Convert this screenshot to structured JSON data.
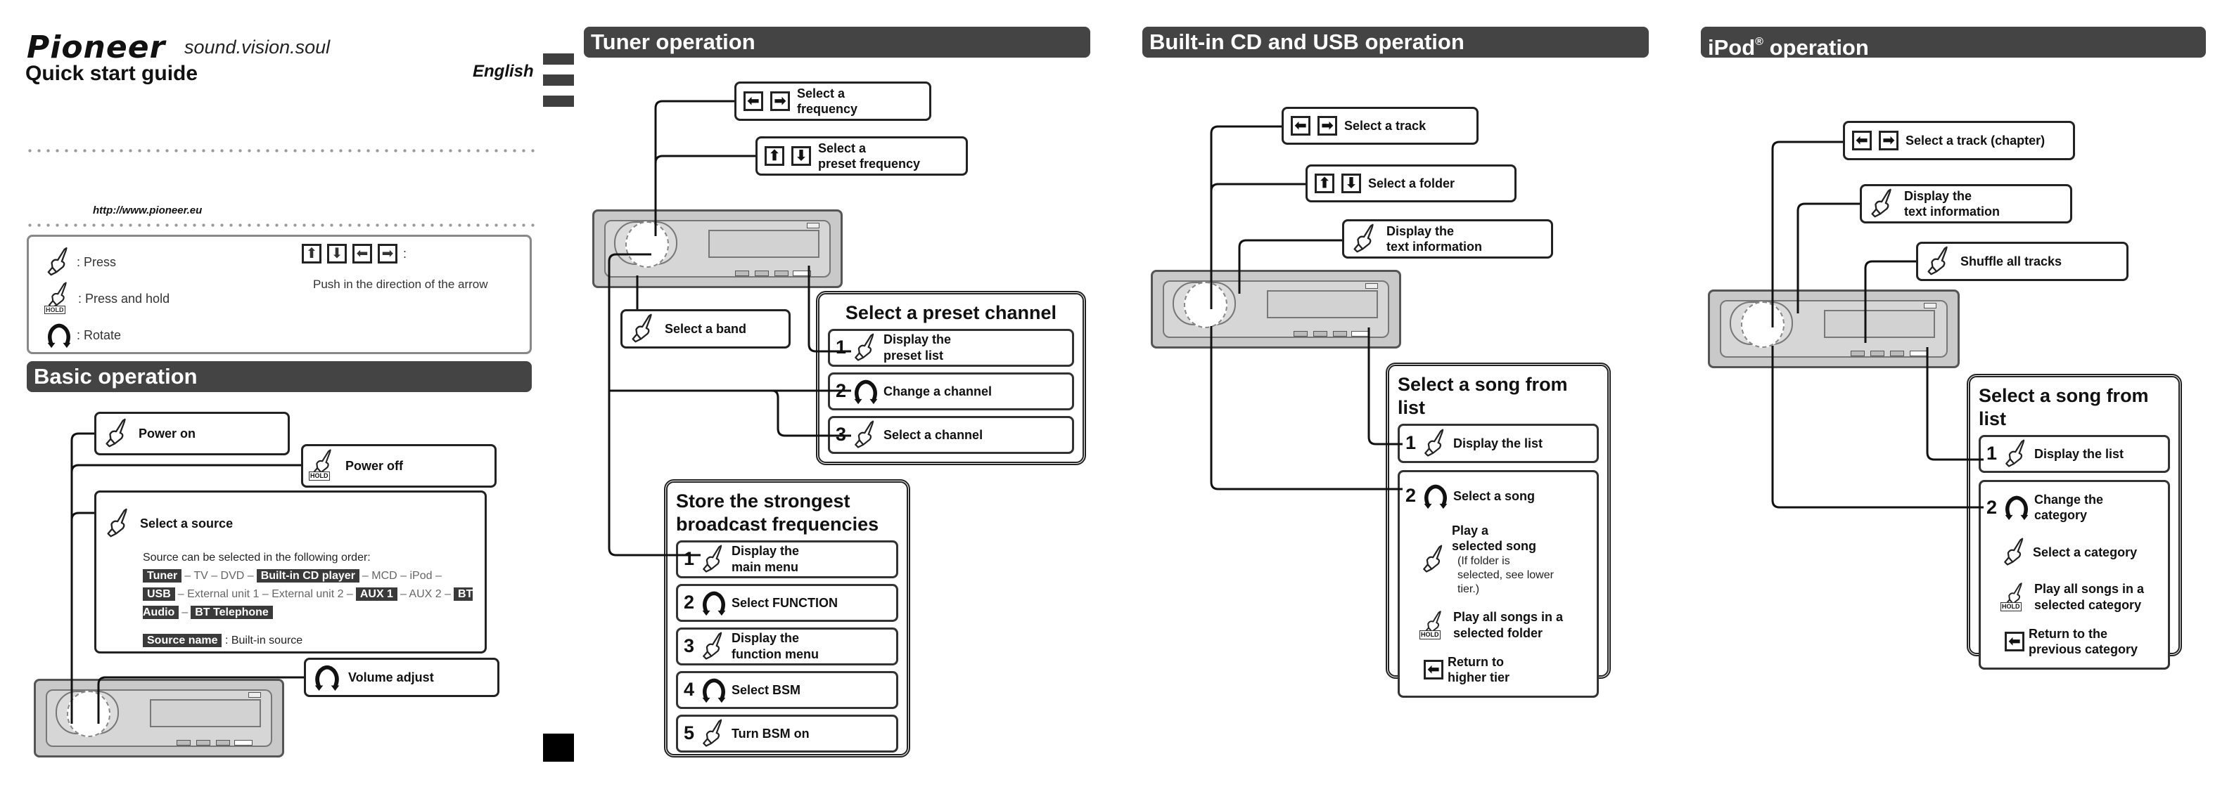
{
  "header": {
    "brand": "Pioneer",
    "tagline": "sound.vision.soul",
    "title": "Quick start guide",
    "language": "English",
    "url": "http://www.pioneer.eu"
  },
  "legend": {
    "press": ": Press",
    "press_hold": ": Press and hold",
    "rotate": ": Rotate",
    "arrows_colon": ":",
    "arrows_desc": "Push in the direction of the arrow",
    "hold_badge": "HOLD"
  },
  "basic": {
    "title": "Basic operation",
    "power_on": "Power on",
    "power_off": "Power off",
    "select_source": "Select a source",
    "source_intro": "Source can be selected in the following order:",
    "source_order": [
      {
        "text": "Tuner",
        "builtin": true
      },
      {
        "text": "– TV – DVD –",
        "builtin": false
      },
      {
        "text": "Built-in CD player",
        "builtin": true
      },
      {
        "text": "– MCD – iPod –",
        "builtin": false
      },
      {
        "text": "USB",
        "builtin": true
      },
      {
        "text": "– External unit 1 – External unit 2 –",
        "builtin": false
      },
      {
        "text": "AUX 1",
        "builtin": true
      },
      {
        "text": "– AUX 2 –",
        "builtin": false
      },
      {
        "text": "BT Audio",
        "builtin": true
      },
      {
        "text": "–",
        "builtin": false
      },
      {
        "text": "BT Telephone",
        "builtin": true
      }
    ],
    "source_name_chip": "Source name",
    "source_name_desc": ": Built-in source",
    "volume": "Volume adjust"
  },
  "tuner": {
    "title": "Tuner operation",
    "select_frequency": [
      "Select a",
      "frequency"
    ],
    "select_preset_frequency": [
      "Select a",
      "preset frequency"
    ],
    "select_band": "Select a band",
    "preset_panel": {
      "title": "Select a preset channel",
      "steps": [
        {
          "num": "1",
          "icon": "press",
          "text": [
            "Display the",
            "preset list"
          ]
        },
        {
          "num": "2",
          "icon": "rotate",
          "text": [
            "Change a channel"
          ]
        },
        {
          "num": "3",
          "icon": "press",
          "text": [
            "Select a channel"
          ]
        }
      ]
    },
    "bsm_panel": {
      "title": [
        "Store the strongest",
        "broadcast frequencies"
      ],
      "steps": [
        {
          "num": "1",
          "icon": "press",
          "text": [
            "Display the",
            "main menu"
          ]
        },
        {
          "num": "2",
          "icon": "rotate",
          "text": [
            "Select FUNCTION"
          ]
        },
        {
          "num": "3",
          "icon": "press",
          "text": [
            "Display the",
            "function menu"
          ]
        },
        {
          "num": "4",
          "icon": "rotate",
          "text": [
            "Select BSM"
          ]
        },
        {
          "num": "5",
          "icon": "press",
          "text": [
            "Turn BSM on"
          ]
        }
      ]
    }
  },
  "cd_usb": {
    "title": "Built-in CD and USB operation",
    "select_track": "Select a track",
    "select_folder": "Select a folder",
    "display_text": [
      "Display the",
      "text information"
    ],
    "list_panel": {
      "title": [
        "Select a song from",
        "list"
      ],
      "step1": {
        "num": "1",
        "text": "Display the list"
      },
      "step2": {
        "num": "2",
        "rotate": "Select a song",
        "press": [
          "Play a",
          "selected song"
        ],
        "press_note": [
          "(If folder is",
          "selected, see lower",
          "tier.)"
        ],
        "hold": [
          "Play all songs in a",
          "selected folder"
        ],
        "back": [
          "Return to",
          "higher tier"
        ]
      }
    }
  },
  "ipod": {
    "title": "iPod",
    "title_reg": "®",
    "title_rest": " operation",
    "select_track": "Select a track (chapter)",
    "display_text": [
      "Display the",
      "text information"
    ],
    "shuffle": "Shuffle all tracks",
    "list_panel": {
      "title": [
        "Select a song from",
        "list"
      ],
      "step1": {
        "num": "1",
        "text": "Display the list"
      },
      "step2": {
        "num": "2",
        "rotate": [
          "Change the",
          "category"
        ],
        "press": "Select a category",
        "hold": [
          "Play all songs in a",
          "selected category"
        ],
        "back": [
          "Return to the",
          "previous category"
        ]
      }
    }
  }
}
